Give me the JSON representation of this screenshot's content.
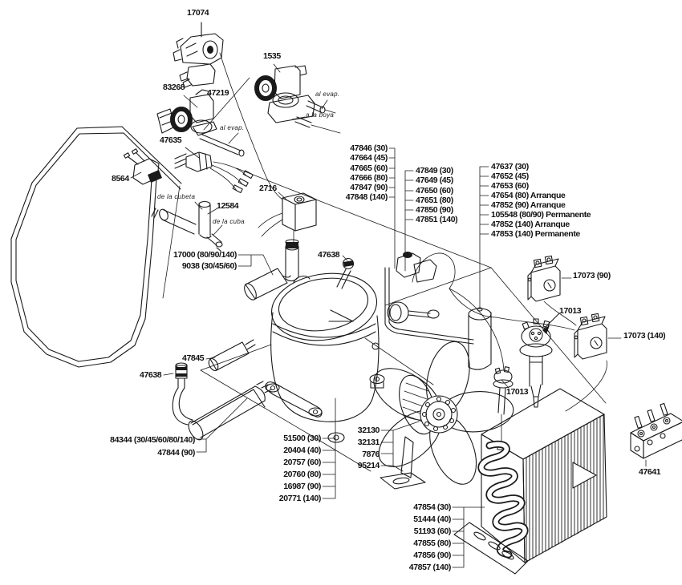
{
  "diagram": {
    "background": "#ffffff",
    "line_color": "#1a1a1a",
    "callouts": {
      "v17074": "17074",
      "v1535": "1535",
      "v83268": "83268",
      "v47219": "47219",
      "v47635": "47635",
      "v8564": "8564",
      "v2716": "2716",
      "v12584": "12584",
      "v17000": "17000 (80/90/140)",
      "v9038": "9038 (30/45/60)",
      "v47638_top": "47638",
      "v47638_bottom": "47638",
      "v47845": "47845",
      "v84344": "84344 (30/45/60/80/140)",
      "v47844": "47844 (90)",
      "v17073_90": "17073 (90)",
      "v17073_140": "17073 (140)",
      "v17013_a": "17013",
      "v17013_b": "17013",
      "v47641": "47641"
    },
    "annotations": {
      "al_evap_1": "al evap.",
      "al_evap_2": "al evap.",
      "a_la_boya": "a la boya",
      "de_la_cubeta": "de la cubeta",
      "de_la_cuba": "de la cuba"
    },
    "lists": {
      "A": [
        "47846 (30)",
        "47664 (45)",
        "47665 (60)",
        "47666 (80)",
        "47847 (90)",
        "47848 (140)"
      ],
      "B": [
        "47849 (30)",
        "47649 (45)",
        "47650 (60)",
        "47651 (80)",
        "47850 (90)",
        "47851 (140)"
      ],
      "C": [
        "47637 (30)",
        "47652 (45)",
        "47653 (60)",
        "47654 (80) Arranque",
        "47852 (90) Arranque",
        "105548 (80/90) Permanente",
        "47852 (140) Arranque",
        "47853 (140) Permanente"
      ],
      "D": [
        "51500 (30)",
        "20404 (40)",
        "20757 (60)",
        "20760 (80)",
        "16987 (90)",
        "20771 (140)"
      ],
      "E": [
        "32130",
        "32131",
        "7876",
        "95214"
      ],
      "F": [
        "47854 (30)",
        "51444 (40)",
        "51193 (60)",
        "47855 (80)",
        "47856 (90)",
        "47857 (140)"
      ]
    }
  }
}
